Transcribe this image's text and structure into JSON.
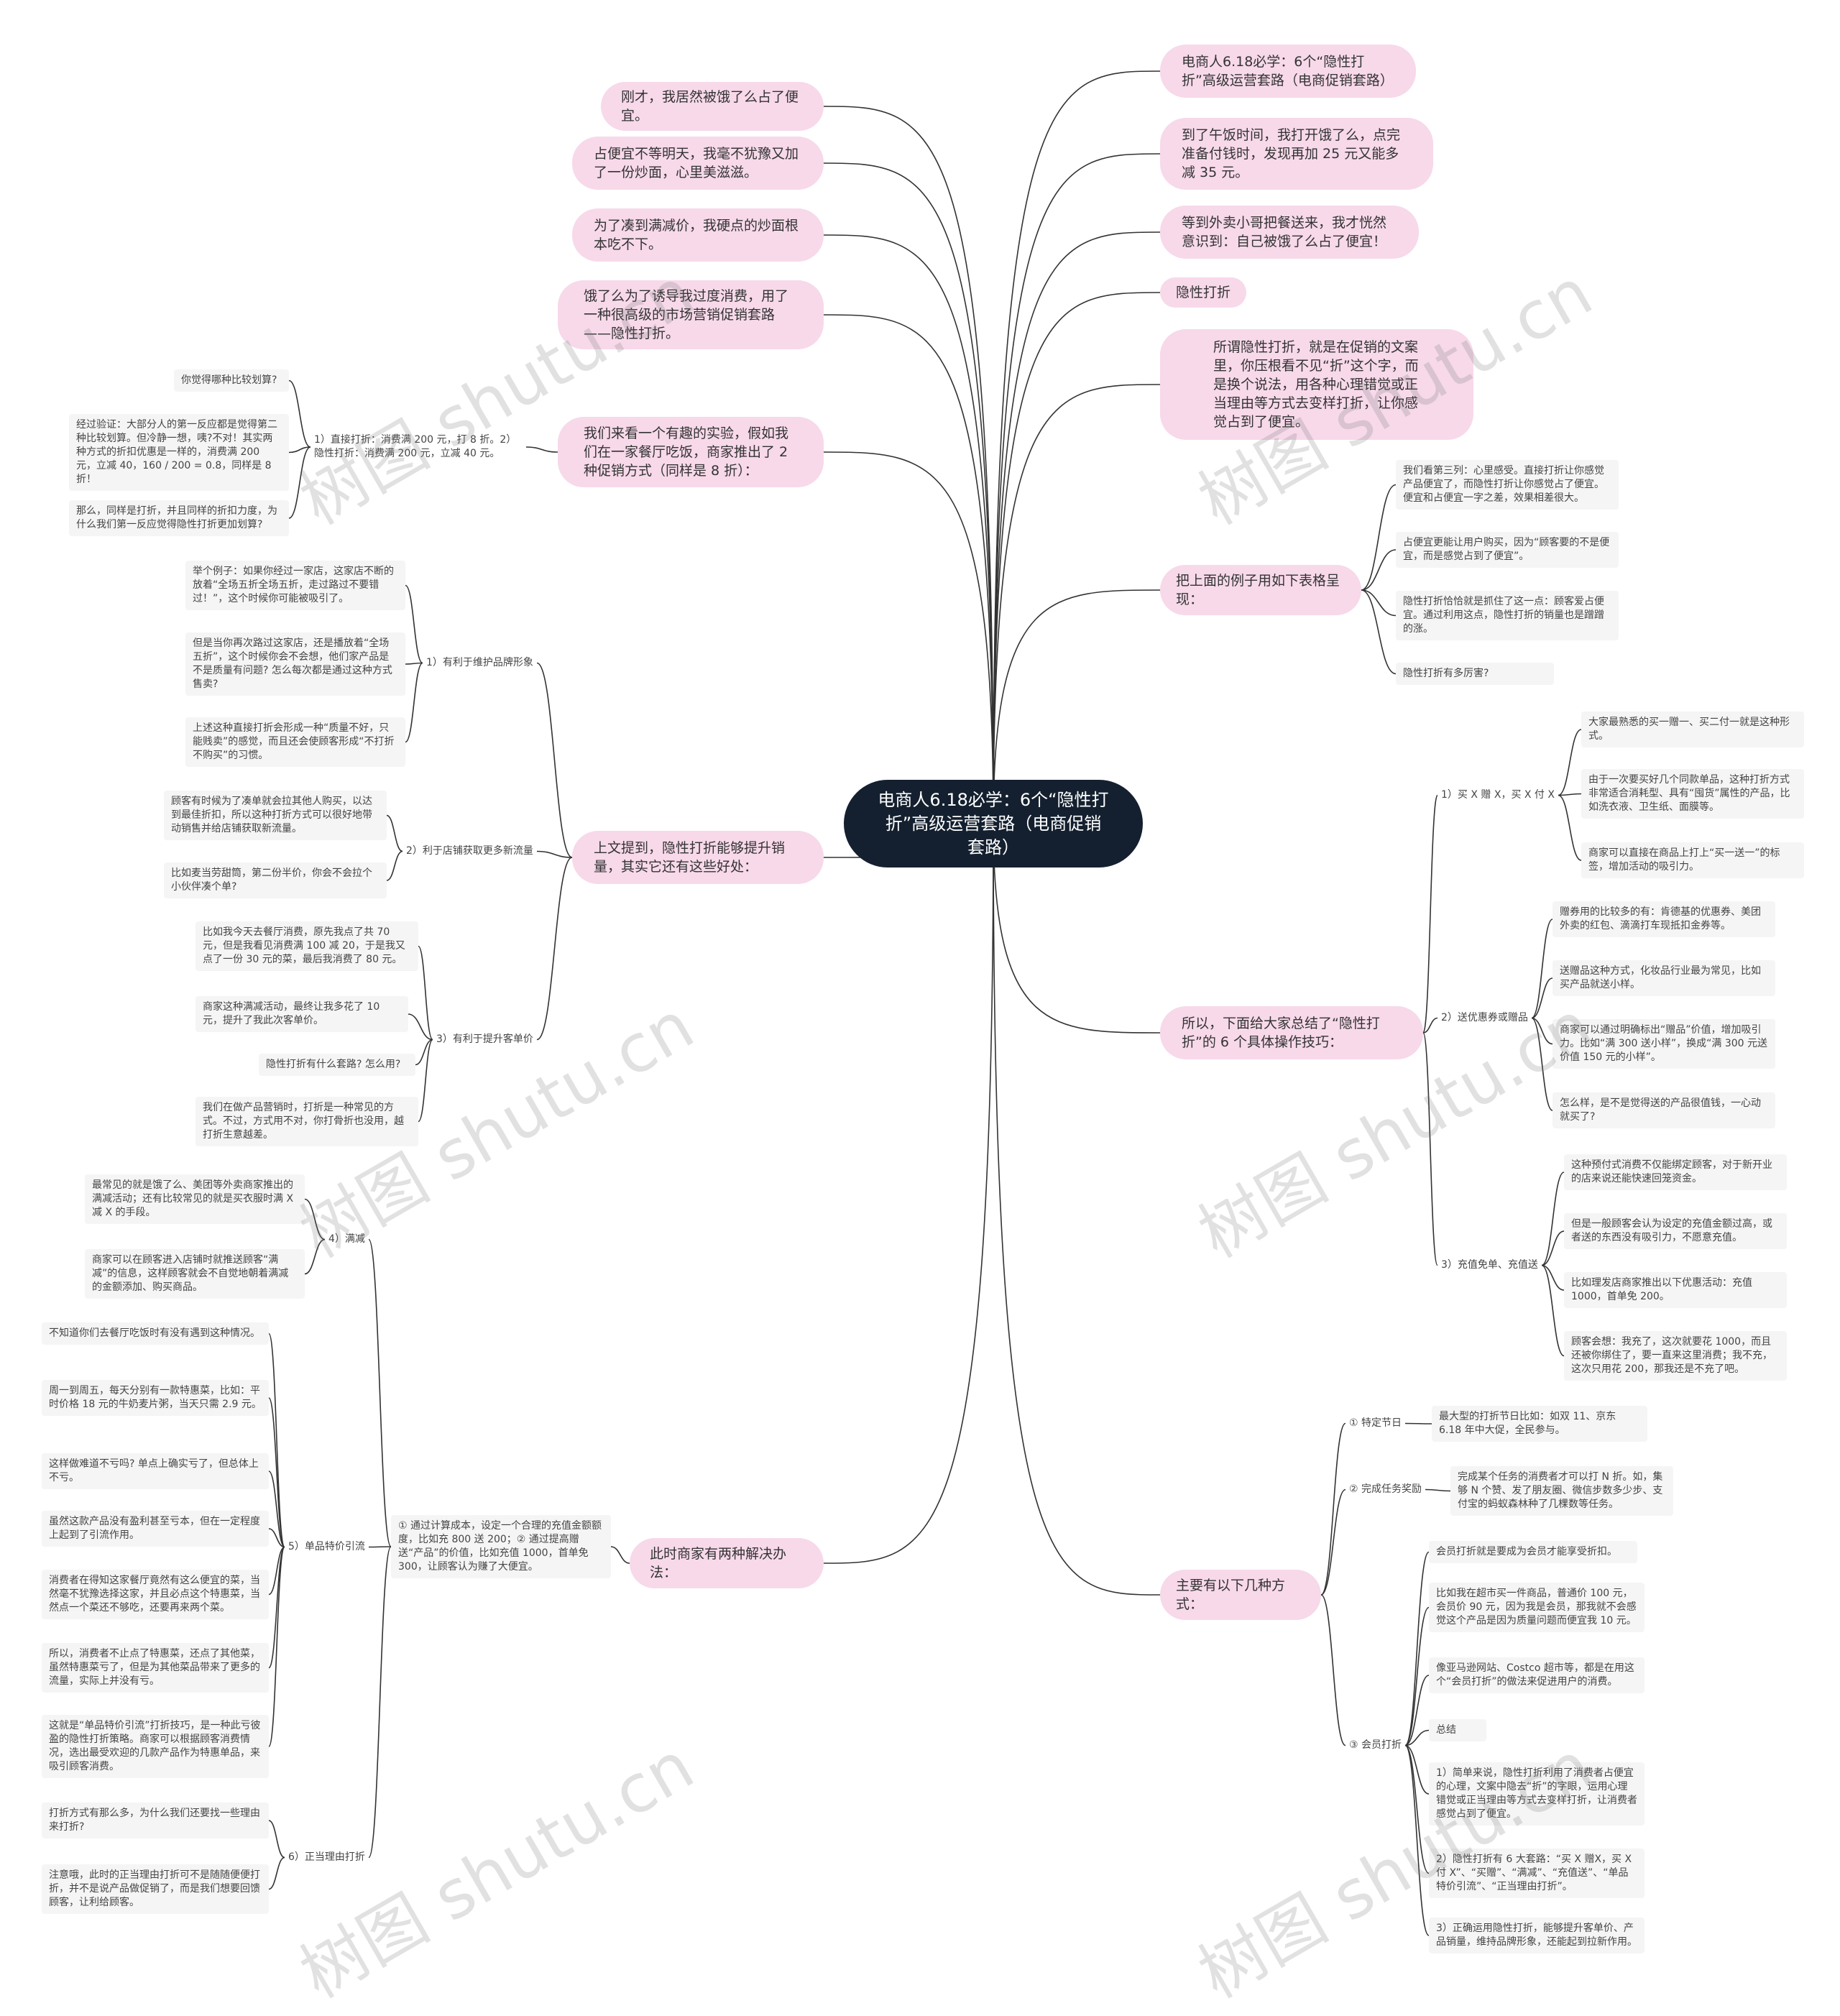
{
  "center": "电商人6.18必学：6个“隐性打折”高级运营套路（电商促销套路）",
  "right": {
    "r1": "电商人6.18必学：6个“隐性打折”高级运营套路（电商促销套路）",
    "r2": "到了午饭时间，我打开饿了么，点完准备付钱时，发现再加 25 元又能多减 35 元。",
    "r3": "等到外卖小哥把餐送来，我才恍然意识到：自己被饿了么占了便宜！",
    "r4": "隐性打折",
    "r5": "所谓隐性打折，就是在促销的文案里，你压根看不见“折”这个字，而是换个说法，用各种心理错觉或正当理由等方式去变样打折，让你感觉占到了便宜。",
    "r6": {
      "title": "把上面的例子用如下表格呈现：",
      "items": [
        "我们看第三列：心里感受。直接打折让你感觉产品便宜了，而隐性打折让你感觉占了便宜。便宜和占便宜一字之差，效果相差很大。",
        "占便宜更能让用户购买，因为“顾客要的不是便宜，而是感觉占到了便宜”。",
        "隐性打折恰恰就是抓住了这一点：顾客爱占便宜。通过利用这点，隐性打折的销量也是蹭蹭的涨。",
        "隐性打折有多厉害?"
      ]
    },
    "r7": {
      "title": "所以，下面给大家总结了“隐性打折”的 6 个具体操作技巧：",
      "b1": {
        "label": "1）买 X 赠 X，买 X 付 X",
        "items": [
          "大家最熟悉的买一赠一、买二付一就是这种形式。",
          "由于一次要买好几个同款单品，这种打折方式非常适合消耗型、具有“囤货”属性的产品，比如洗衣液、卫生纸、面膜等。",
          "商家可以直接在商品上打上“买一送一”的标签，增加活动的吸引力。"
        ]
      },
      "b2": {
        "label": "2）送优惠券或赠品",
        "items": [
          "赠券用的比较多的有：肯德基的优惠券、美团外卖的红包、滴滴打车现抵扣金券等。",
          "送赠品这种方式，化妆品行业最为常见，比如买产品就送小样。",
          "商家可以通过明确标出“赠品”价值，增加吸引力。比如“满 300 送小样”，换成“满 300 元送价值 150 元的小样”。",
          "怎么样，是不是觉得送的产品很值钱，一心动就买了?"
        ]
      },
      "b3": {
        "label": "3）充值免单、充值送",
        "items": [
          "这种预付式消费不仅能绑定顾客，对于新开业的店来说还能快速回笼资金。",
          "但是一般顾客会认为设定的充值金额过高，或者送的东西没有吸引力，不愿意充值。",
          "比如理发店商家推出以下优惠活动：充值 1000，首单免 200。",
          "顾客会想：我充了，这次就要花 1000，而且还被你绑住了，要一直来这里消费；我不充，这次只用花 200，那我还是不充了吧。"
        ]
      }
    },
    "r8": {
      "title": "主要有以下几种方式：",
      "b1": {
        "label": "① 特定节日",
        "items": [
          "最大型的打折节日比如：如双 11、京东 6.18 年中大促，全民参与。"
        ]
      },
      "b2": {
        "label": "② 完成任务奖励",
        "items": [
          "完成某个任务的消费者才可以打 N 折。如，集够 N 个赞、发了朋友圈、微信步数多少步、支付宝的蚂蚁森林种了几棵数等任务。"
        ]
      },
      "b3": {
        "label": "③ 会员打折",
        "items": [
          "会员打折就是要成为会员才能享受折扣。",
          "比如我在超市买一件商品，普通价 100 元，会员价 90 元，因为我是会员，那我就不会感觉这个产品是因为质量问题而便宜我 10 元。",
          "像亚马逊网站、Costco 超市等，都是在用这个“会员打折”的做法来促进用户的消费。",
          "总结",
          "1）简单来说，隐性打折利用了消费者占便宜的心理，文案中隐去“折”的字眼，运用心理错觉或正当理由等方式去变样打折，让消费者感觉占到了便宜。",
          "2）隐性打折有 6 大套路：“买 X 赠X，买 X 付 X”、“买赠”、“满减”、“充值送”、“单品特价引流”、“正当理由打折”。",
          "3）正确运用隐性打折，能够提升客单价、产品销量，维持品牌形象，还能起到拉新作用。"
        ]
      }
    }
  },
  "left": {
    "l1": "刚才，我居然被饿了么占了便宜。",
    "l2": "占便宜不等明天，我毫不犹豫又加了一份炒面，心里美滋滋。",
    "l3": "为了凑到满减价，我硬点的炒面根本吃不下。",
    "l4": "饿了么为了诱导我过度消费，用了一种很高级的市场营销促销套路——隐性打折。",
    "l5": {
      "title": "我们来看一个有趣的实验，假如我们在一家餐厅吃饭，商家推出了 2 种促销方式（同样是 8 折）：",
      "label": "1）直接打折：消费满 200 元，打 8 折。2）隐性打折：消费满 200 元，立减 40 元。",
      "items": [
        "你觉得哪种比较划算?",
        "经过验证：大部分人的第一反应都是觉得第二种比较划算。但冷静一想，咦?不对！其实两种方式的折扣优惠是一样的，消费满 200 元，立减 40，160 / 200 = 0.8，同样是 8 折！",
        "那么，同样是打折，并且同样的折扣力度，为什么我们第一反应觉得隐性打折更加划算?"
      ]
    },
    "l6": {
      "title": "上文提到，隐性打折能够提升销量，其实它还有这些好处：",
      "b1": {
        "label": "1）有利于维护品牌形象",
        "items": [
          "举个例子：如果你经过一家店，这家店不断的放着“全场五折全场五折，走过路过不要错过！”，这个时候你可能被吸引了。",
          "但是当你再次路过这家店，还是播放着“全场五折”，这个时候你会不会想，他们家产品是不是质量有问题? 怎么每次都是通过这种方式售卖?",
          "上述这种直接打折会形成一种“质量不好，只能贱卖”的感觉，而且还会使顾客形成“不打折不购买”的习惯。"
        ]
      },
      "b2": {
        "label": "2）利于店铺获取更多新流量",
        "items": [
          "顾客有时候为了凑单就会拉其他人购买，以达到最佳折扣，所以这种打折方式可以很好地带动销售并给店铺获取新流量。",
          "比如麦当劳甜筒，第二份半价，你会不会拉个小伙伴凑个单?"
        ]
      },
      "b3": {
        "label": "3）有利于提升客单价",
        "items": [
          "比如我今天去餐厅消费，原先我点了共 70 元，但是我看见消费满 100 减 20，于是我又点了一份 30 元的菜，最后我消费了 80 元。",
          "商家这种满减活动，最终让我多花了 10 元，提升了我此次客单价。",
          "隐性打折有什么套路? 怎么用?",
          "我们在做产品营销时，打折是一种常见的方式。不过，方式用不对，你打骨折也没用，越打折生意越差。"
        ]
      }
    },
    "l7": {
      "title": "此时商家有两种解决办法：",
      "mid": "① 通过计算成本，设定一个合理的充值金额额度，比如充 800 送 200；② 通过提高赠送“产品”的价值，比如充值 1000，首单免 300，让顾客认为赚了大便宜。",
      "b4": {
        "label": "4）满减",
        "items": [
          "最常见的就是饿了么、美团等外卖商家推出的满减活动；还有比较常见的就是买衣服时满 X 减 X 的手段。",
          "商家可以在顾客进入店铺时就推送顾客“满减”的信息，这样顾客就会不自觉地朝着满减的金额添加、购买商品。"
        ]
      },
      "b5": {
        "label": "5）单品特价引流",
        "items": [
          "不知道你们去餐厅吃饭时有没有遇到这种情况。",
          "周一到周五，每天分别有一款特惠菜，比如：平时价格 18 元的牛奶麦片粥，当天只需 2.9 元。",
          "这样做难道不亏吗? 单点上确实亏了，但总体上不亏。",
          "虽然这款产品没有盈利甚至亏本，但在一定程度上起到了引流作用。",
          "消费者在得知这家餐厅竟然有这么便宜的菜，当然毫不犹豫选择这家，并且必点这个特惠菜，当然点一个菜还不够吃，还要再来两个菜。",
          "所以，消费者不止点了特惠菜，还点了其他菜，虽然特惠菜亏了，但是为其他菜品带来了更多的流量，实际上并没有亏。",
          "这就是“单品特价引流”打折技巧，是一种此亏彼盈的隐性打折策略。商家可以根据顾客消费情况，选出最受欢迎的几款产品作为特惠单品，来吸引顾客消费。"
        ]
      },
      "b6": {
        "label": "6）正当理由打折",
        "items": [
          "打折方式有那么多，为什么我们还要找一些理由来打折?",
          "注意哦，此时的正当理由打折可不是随随便便打折，并不是说产品做促销了，而是我们想要回馈顾客，让利给顾客。"
        ]
      }
    }
  },
  "watermark": "树图 shutu.cn",
  "colors": {
    "center_bg": "#14202f",
    "node_bg": "#f7d9ea",
    "leaf_bg": "#f5f5f5",
    "edge": "#333333"
  }
}
